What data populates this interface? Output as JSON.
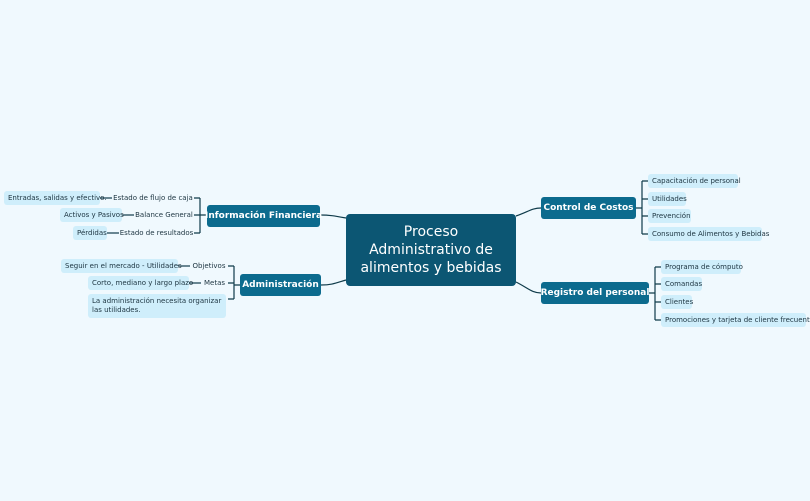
{
  "center": {
    "title": "Proceso Administrativo de alimentos y bebidas"
  },
  "left": {
    "informacion": {
      "label": "Información Financiera",
      "subs": [
        {
          "label": "Estado de flujo de caja",
          "leaf": "Entradas, salidas y efectivo."
        },
        {
          "label": "Balance General",
          "leaf": "Activos y Pasivos"
        },
        {
          "label": "Estado de resultados",
          "leaf": "Pérdidas"
        }
      ]
    },
    "administracion": {
      "label": "Administración",
      "subs": [
        {
          "label": "Objetivos",
          "leaf": "Seguir en el mercado - Utilidades"
        },
        {
          "label": "Metas",
          "leaf": "Corto, mediano y largo plazo"
        }
      ],
      "note": "La administración necesita organizar las utilidades."
    }
  },
  "right": {
    "control": {
      "label": "Control de Costos",
      "items": [
        "Capacitación de personal",
        "Utilidades",
        "Prevención",
        "Consumo de Alimentos y Bebidas"
      ]
    },
    "registro": {
      "label": "Registro del personal",
      "items": [
        "Programa de cómputo",
        "Comandas",
        "Clientes",
        "Promociones y tarjeta de cliente frecuente"
      ]
    }
  },
  "colors": {
    "background": "#f0f9fe",
    "center": "#0c5673",
    "branch": "#0c6b8e",
    "leaf": "#cfeefb",
    "line": "#0f3b4a"
  }
}
